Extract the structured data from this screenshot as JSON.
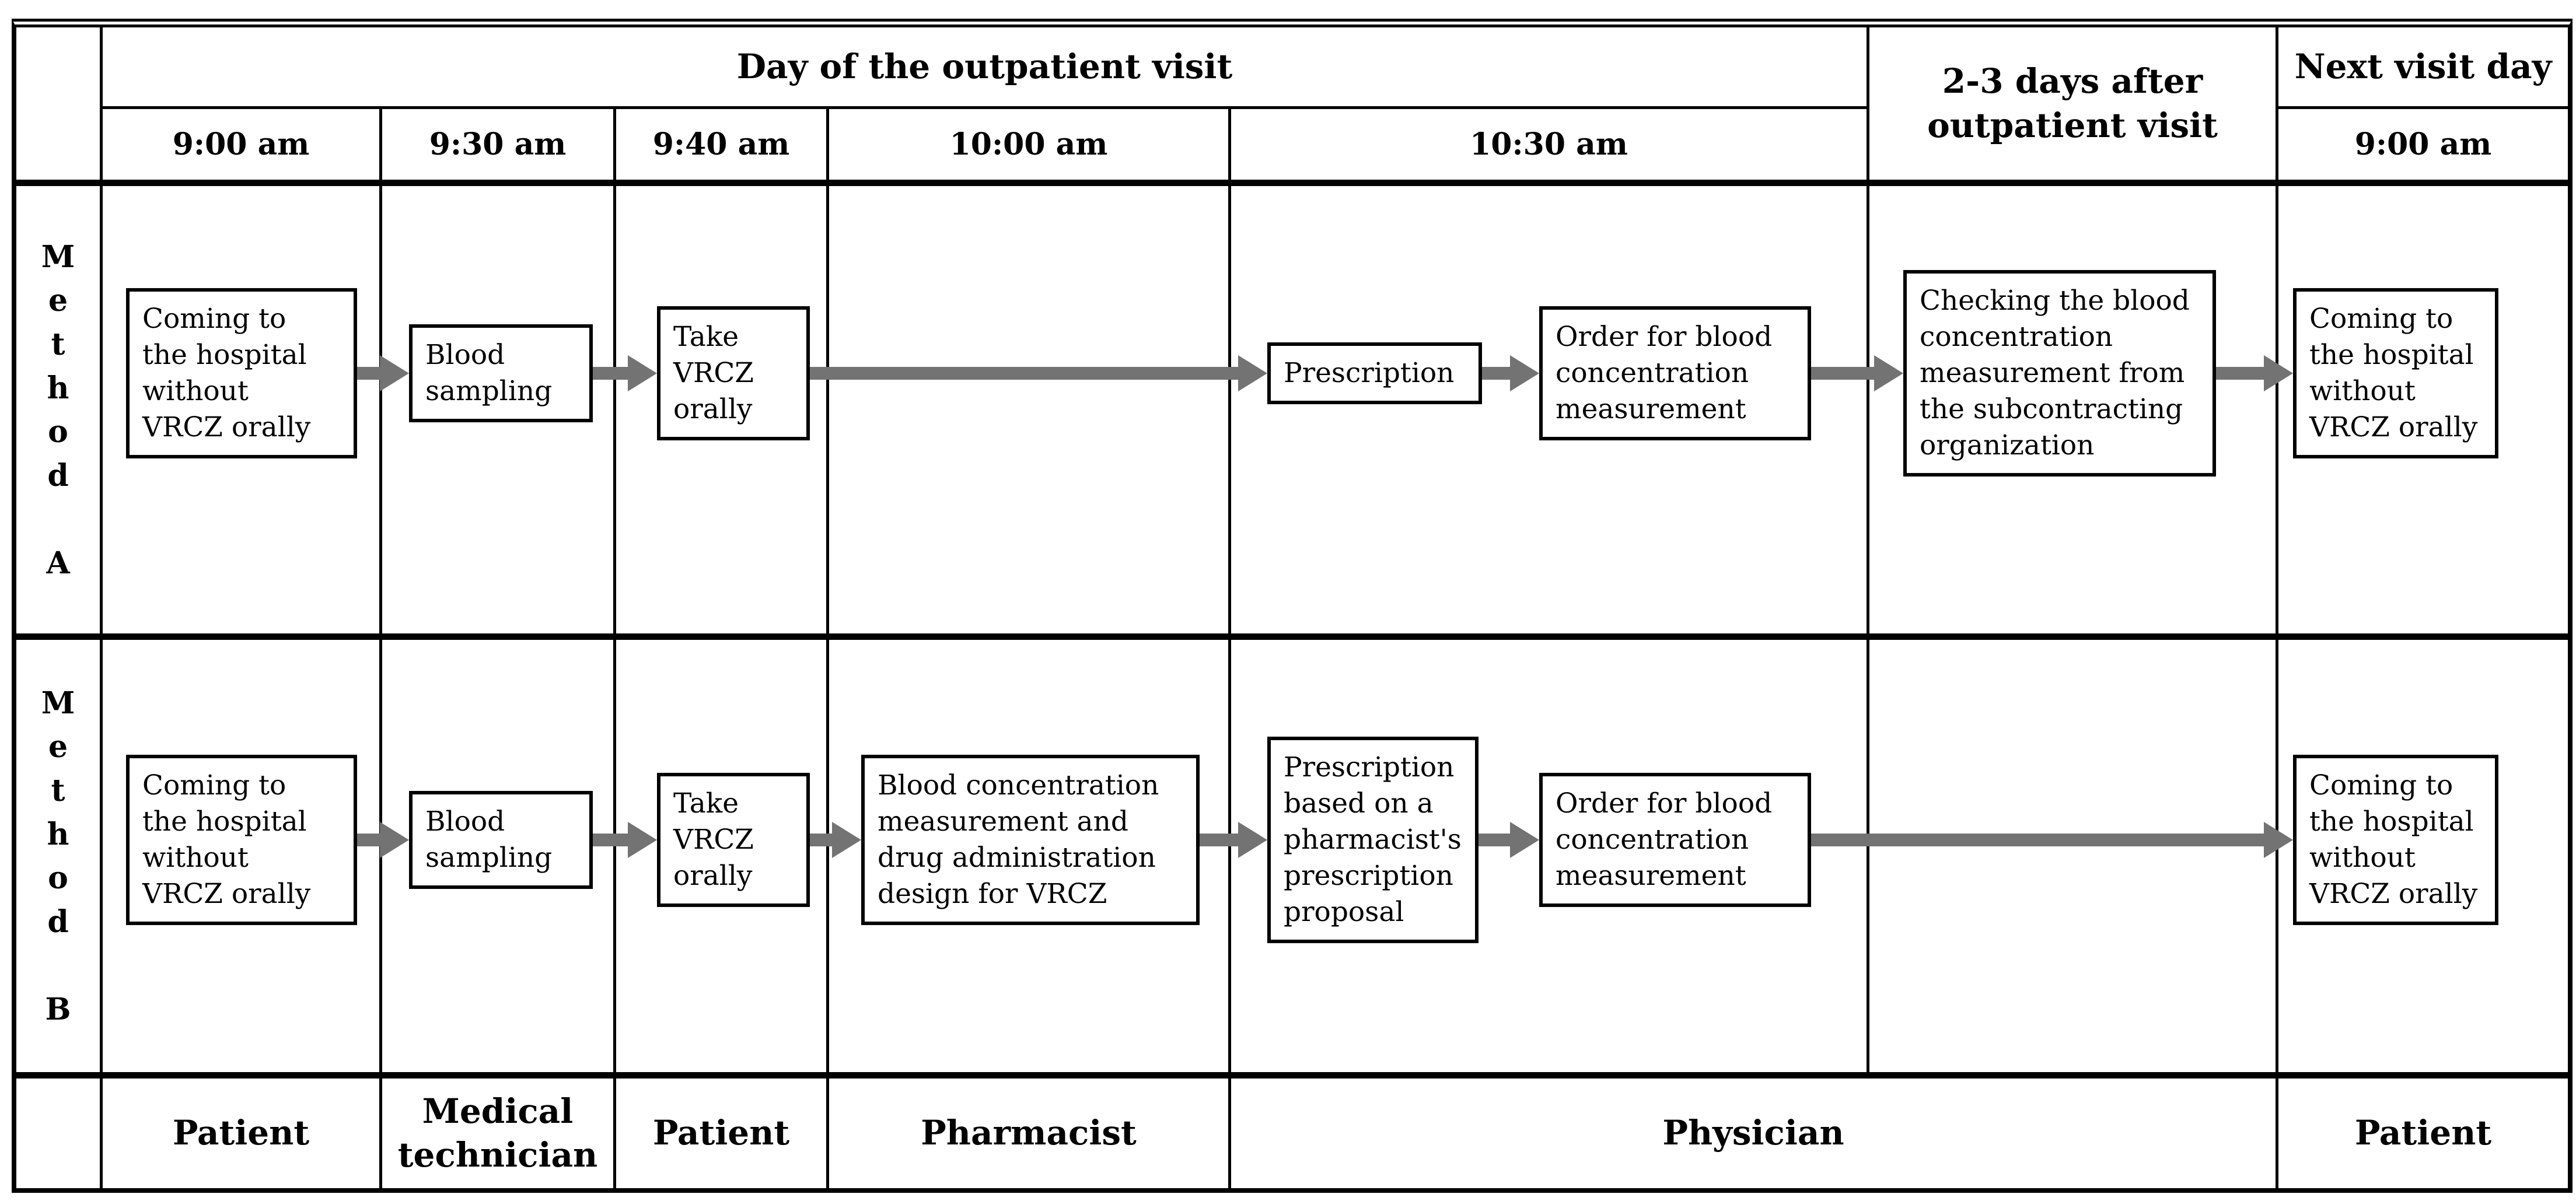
{
  "header": {
    "day_label": "Day of the outpatient visit",
    "times": [
      "9:00 am",
      "9:30 am",
      "9:40 am",
      "10:00 am",
      "10:30 am"
    ],
    "after_label": "2-3 days after\noutpatient visit",
    "next_visit_label": "Next visit day",
    "next_visit_time": "9:00 am"
  },
  "method_a": {
    "label": "M\ne\nt\nh\no\nd\n\nA",
    "boxes": [
      "Coming to\nthe hospital\nwithout\nVRCZ orally",
      "Blood\nsampling",
      "Take\nVRCZ\norally",
      "Prescription",
      "Order for blood\nconcentration\nmeasurement",
      "Checking the blood\nconcentration\nmeasurement from\nthe subcontracting\norganization",
      "Coming to\nthe hospital\nwithout\nVRCZ orally"
    ]
  },
  "method_b": {
    "label": "M\ne\nt\nh\no\nd\n\nB",
    "boxes": [
      "Coming to\nthe hospital\nwithout\nVRCZ orally",
      "Blood\nsampling",
      "Take\nVRCZ\norally",
      "Blood concentration\nmeasurement and\ndrug administration\ndesign for VRCZ",
      "Prescription\nbased on a\npharmacist's\nprescription\nproposal",
      "Order for blood\nconcentration\nmeasurement",
      "Coming to\nthe hospital\nwithout\nVRCZ orally"
    ]
  },
  "roles": [
    "Patient",
    "Medical\ntechnician",
    "Patient",
    "Pharmacist",
    "Physician",
    "Patient"
  ],
  "colors": {
    "arrow": "#737373",
    "border": "#000000",
    "background": "#ffffff"
  }
}
